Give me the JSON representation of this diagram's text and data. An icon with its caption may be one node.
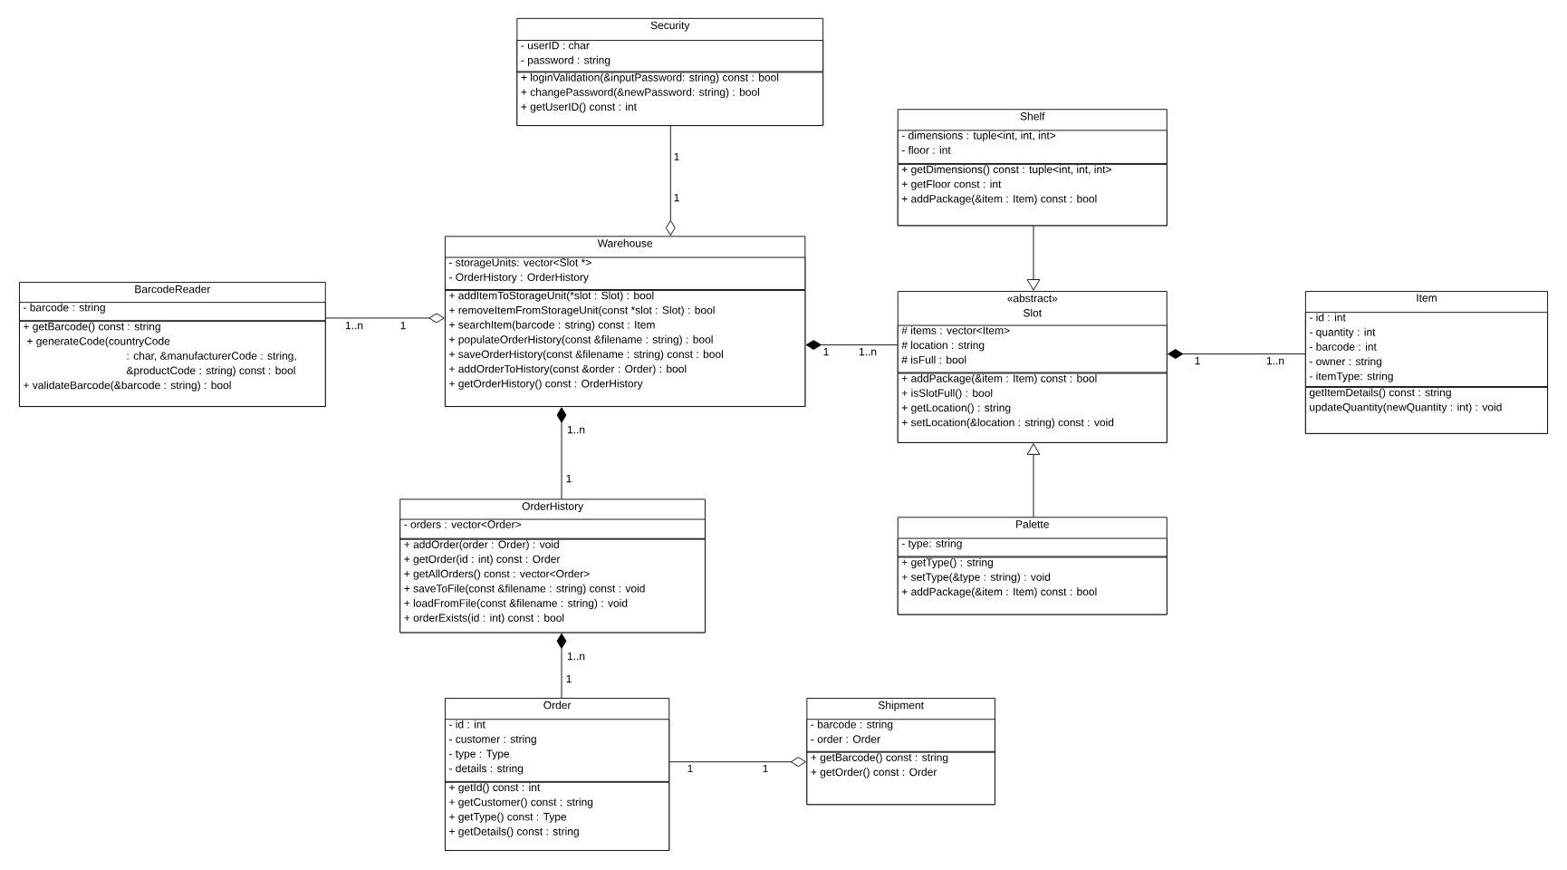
{
  "diagram": {
    "nodes": [
      {
        "text": [
          "Security"
        ]
      },
      {
        "text": [
          "- userID : char",
          "- password : string"
        ],
        "in": 0
      },
      {
        "text": [
          "+ loginValidation(&inputPassword: string) const : bool",
          "+ changePassword(&newPassword: string) : bool",
          "+ getUserID() const : int"
        ],
        "in": 0
      },
      {
        "text": [
          "Shelf"
        ]
      },
      {
        "text": [
          "- dimensions : tuple<int, int, int>",
          "- floor : int"
        ],
        "in": 3
      },
      {
        "text": [
          "+ getDimensions() const : tuple<int, int, int>",
          "+ getFloor const : int",
          "+ addPackage(&item : Item) const : bool"
        ],
        "in": 3
      },
      {
        "text": [
          "Warehouse"
        ]
      },
      {
        "text": [
          "- storageUnits: vector<Slot *>",
          "- OrderHistory : OrderHistory"
        ],
        "in": 6
      },
      {
        "text": [
          "+ addItemToStorageUnit(*slot : Slot) : bool",
          "+ removeItemFromStorageUnit(const *slot : Slot) : bool",
          "+ searchItem(barcode : string) const : Item",
          "+ populateOrderHistory(const &filename : string) : bool",
          "+ saveOrderHistory(const &filename : string) const : bool",
          "+ addOrderToHistory(const &order : Order) : bool",
          "+ getOrderHistory() const : OrderHistory"
        ],
        "in": 6
      },
      {
        "text": [
          "BarcodeReader"
        ]
      },
      {
        "text": [
          "- barcode : string"
        ],
        "in": 9
      },
      {
        "text": [
          "+ getBarcode() const : string",
          "+ generateCode(countryCode : char, &manufacturerCode : string, &productCode : string) const : bool",
          "+ validateBarcode(&barcode : string) : bool"
        ],
        "in": 9
      },
      {
        "text": [
          "«abstract»",
          "Slot"
        ]
      },
      {
        "text": [
          "# items : vector<Item>",
          "# location : string",
          "# isFull : bool"
        ],
        "in": 12
      },
      {
        "text": [
          "+ addPackage(&item : Item) const : bool",
          "+ isSlotFull() : bool",
          "+ getLocation() : string",
          "+ setLocation(&location : string) const : void"
        ],
        "in": 12
      },
      {
        "text": [
          "Item"
        ]
      },
      {
        "text": [
          "- id : int",
          "- quantity : int",
          "- barcode : int",
          "- owner : string",
          "- itemType: string"
        ],
        "in": 15
      },
      {
        "text": [
          "getItemDetails() const : string",
          "updateQuantity(newQuantity : int) : void"
        ],
        "in": 15
      },
      {
        "text": [
          "OrderHistory"
        ]
      },
      {
        "text": [
          "- orders : vector<Order>"
        ],
        "in": 18
      },
      {
        "text": [
          "+ addOrder(order : Order) : void",
          "+ getOrder(id : int) const : Order",
          "+ getAllOrders() const : vector<Order>",
          "+ saveToFile(const &filename : string) const : void",
          "+ loadFromFile(const &filename : string) : void",
          "+ orderExists(id : int) const : bool"
        ],
        "in": 18
      },
      {
        "text": [
          "Palette"
        ]
      },
      {
        "text": [
          "- type: string"
        ],
        "in": 21
      },
      {
        "text": [
          "+ getType() : string",
          "+ setType(&type : string) : void",
          "+ addPackage(&item : Item) const : bool"
        ],
        "in": 21
      },
      {
        "text": [
          "Order"
        ]
      },
      {
        "text": [
          "- id : int",
          "- customer : string",
          "- type : Type",
          "- details : string"
        ],
        "in": 24
      },
      {
        "text": [
          "+ getId() const : int",
          "+ getCustomer() const : string",
          "+ getType() const : Type",
          "+ getDetails() const : string"
        ],
        "in": 24
      },
      {
        "text": [
          "Shipment"
        ]
      },
      {
        "text": [
          "- barcode : string",
          "- order : Order"
        ],
        "in": 27
      },
      {
        "text": [
          "+ getBarcode() const : string",
          "+ getOrder() const : Order"
        ],
        "in": 27
      }
    ],
    "edges": [
      {
        "from": 0,
        "to": 6,
        "arrow": "other"
      },
      {
        "from": 9,
        "to": 6,
        "arrow": "other"
      },
      {
        "from": 12,
        "to": 6,
        "arrow": "other"
      },
      {
        "from": 3,
        "to": 12,
        "arrow": "to"
      },
      {
        "from": 15,
        "to": 12,
        "arrow": "other"
      },
      {
        "from": 18,
        "to": 6,
        "arrow": "other"
      },
      {
        "from": 21,
        "to": 12,
        "arrow": "to"
      },
      {
        "from": 24,
        "to": 18,
        "arrow": "other"
      },
      {
        "from": 24,
        "to": 27,
        "arrow": "other"
      }
    ],
    "labels": [
      "1",
      "1",
      "1..n",
      "1",
      "1",
      "1..n",
      "1",
      "1..n",
      "1..n",
      "1",
      "1..n",
      "1",
      "1",
      "1"
    ]
  }
}
